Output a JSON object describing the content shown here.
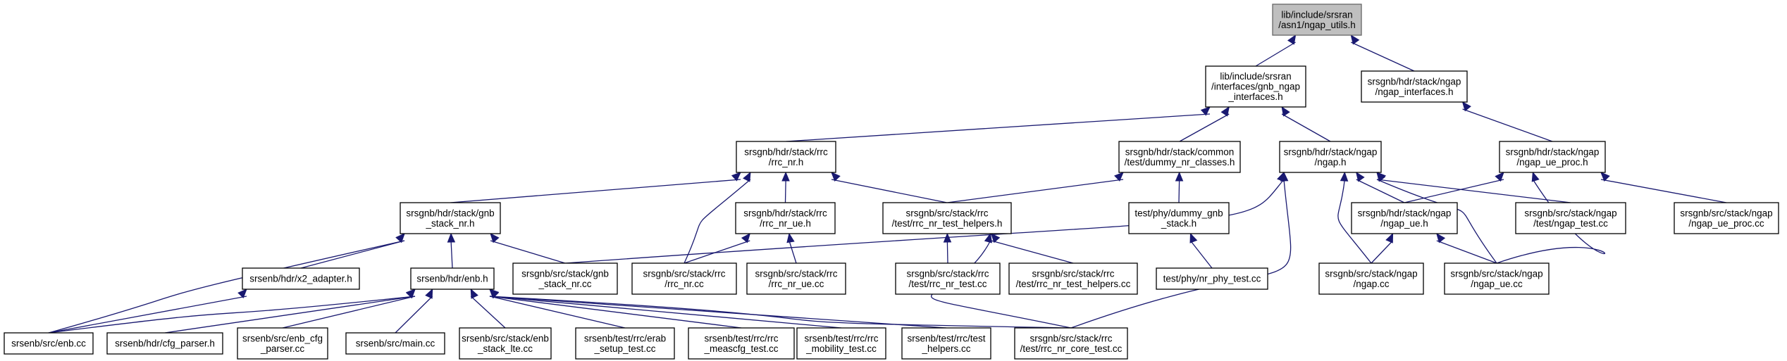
{
  "graph": {
    "nodes": {
      "n0": [
        "lib/include/srsran",
        "/asn1/ngap_utils.h"
      ],
      "n1": [
        "lib/include/srsran",
        "/interfaces/gnb_ngap",
        "_interfaces.h"
      ],
      "n2": [
        "srsgnb/hdr/stack/ngap",
        "/ngap_interfaces.h"
      ],
      "n3": [
        "srsgnb/hdr/stack/rrc",
        "/rrc_nr.h"
      ],
      "n4": [
        "srsgnb/hdr/stack/common",
        "/test/dummy_nr_classes.h"
      ],
      "n5": [
        "srsgnb/hdr/stack/ngap",
        "/ngap.h"
      ],
      "n6": [
        "srsgnb/hdr/stack/ngap",
        "/ngap_ue_proc.h"
      ],
      "n7": [
        "srsgnb/hdr/stack/gnb",
        "_stack_nr.h"
      ],
      "n8": [
        "srsgnb/hdr/stack/rrc",
        "/rrc_nr_ue.h"
      ],
      "n9": [
        "srsgnb/src/stack/rrc",
        "/test/rrc_nr_test_helpers.h"
      ],
      "n10": [
        "test/phy/dummy_gnb",
        "_stack.h"
      ],
      "n11": [
        "srsgnb/hdr/stack/ngap",
        "/ngap_ue.h"
      ],
      "n12": [
        "srsgnb/src/stack/ngap",
        "/test/ngap_test.cc"
      ],
      "n13": [
        "srsgnb/src/stack/ngap",
        "/ngap_ue_proc.cc"
      ],
      "n14": [
        "srsenb/hdr/x2_adapter.h"
      ],
      "n15": [
        "srsenb/hdr/enb.h"
      ],
      "n16": [
        "srsgnb/src/stack/gnb",
        "_stack_nr.cc"
      ],
      "n17": [
        "srsgnb/src/stack/rrc",
        "/rrc_nr.cc"
      ],
      "n18": [
        "srsgnb/src/stack/rrc",
        "/rrc_nr_ue.cc"
      ],
      "n19": [
        "srsgnb/src/stack/rrc",
        "/test/rrc_nr_test.cc"
      ],
      "n20": [
        "srsgnb/src/stack/rrc",
        "/test/rrc_nr_test_helpers.cc"
      ],
      "n21": [
        "test/phy/nr_phy_test.cc"
      ],
      "n22": [
        "srsgnb/src/stack/ngap",
        "/ngap.cc"
      ],
      "n23": [
        "srsgnb/src/stack/ngap",
        "/ngap_ue.cc"
      ],
      "n24": [
        "srsenb/src/enb.cc"
      ],
      "n25": [
        "srsenb/hdr/cfg_parser.h"
      ],
      "n26": [
        "srsenb/src/enb_cfg",
        "_parser.cc"
      ],
      "n27": [
        "srsenb/src/main.cc"
      ],
      "n28": [
        "srsenb/src/stack/enb",
        "_stack_lte.cc"
      ],
      "n29": [
        "srsenb/test/rrc/erab",
        "_setup_test.cc"
      ],
      "n30": [
        "srsenb/test/rrc/rrc",
        "_meascfg_test.cc"
      ],
      "n31": [
        "srsenb/test/rrc/rrc",
        "_mobility_test.cc"
      ],
      "n32": [
        "srsenb/test/rrc/test",
        "_helpers.cc"
      ],
      "n33": [
        "srsgnb/src/stack/rrc",
        "/test/rrc_nr_core_test.cc"
      ]
    },
    "edges": [
      [
        "n1",
        "n0"
      ],
      [
        "n2",
        "n0"
      ],
      [
        "n3",
        "n1"
      ],
      [
        "n4",
        "n1"
      ],
      [
        "n5",
        "n1"
      ],
      [
        "n6",
        "n2"
      ],
      [
        "n7",
        "n3"
      ],
      [
        "n8",
        "n3"
      ],
      [
        "n9",
        "n3"
      ],
      [
        "n17",
        "n3"
      ],
      [
        "n9",
        "n4"
      ],
      [
        "n10",
        "n4"
      ],
      [
        "n11",
        "n5"
      ],
      [
        "n12",
        "n5"
      ],
      [
        "n16",
        "n5"
      ],
      [
        "n22",
        "n5"
      ],
      [
        "n23",
        "n5"
      ],
      [
        "n33",
        "n5"
      ],
      [
        "n11",
        "n6"
      ],
      [
        "n13",
        "n6"
      ],
      [
        "n23",
        "n6"
      ],
      [
        "n14",
        "n7"
      ],
      [
        "n15",
        "n7"
      ],
      [
        "n16",
        "n7"
      ],
      [
        "n24",
        "n7"
      ],
      [
        "n17",
        "n8"
      ],
      [
        "n18",
        "n8"
      ],
      [
        "n19",
        "n9"
      ],
      [
        "n20",
        "n9"
      ],
      [
        "n33",
        "n9"
      ],
      [
        "n21",
        "n10"
      ],
      [
        "n22",
        "n11"
      ],
      [
        "n23",
        "n11"
      ],
      [
        "n24",
        "n14"
      ],
      [
        "n24",
        "n15"
      ],
      [
        "n25",
        "n15"
      ],
      [
        "n26",
        "n15"
      ],
      [
        "n27",
        "n15"
      ],
      [
        "n28",
        "n15"
      ],
      [
        "n29",
        "n15"
      ],
      [
        "n30",
        "n15"
      ],
      [
        "n31",
        "n15"
      ],
      [
        "n32",
        "n15"
      ],
      [
        "n33",
        "n15"
      ]
    ]
  }
}
